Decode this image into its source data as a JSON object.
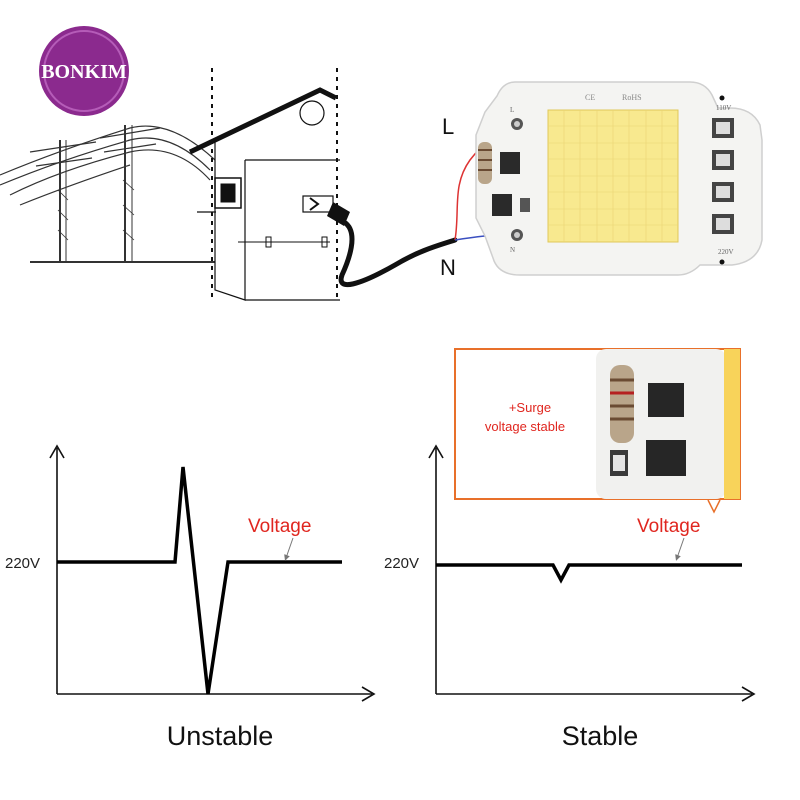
{
  "brand": {
    "logo_text": "BONKIM",
    "color": "#8b2a8e"
  },
  "wiring": {
    "live_label": "L",
    "neutral_label": "N",
    "board_marks": {
      "ce": "CE",
      "rohs": "RoHS",
      "v110": "110V",
      "v220": "220V",
      "terminal_l": "L",
      "terminal_n": "N"
    }
  },
  "inset": {
    "text_line1": "+Surge",
    "text_line2": "voltage stable",
    "border_color": "#e8702a",
    "text_color": "#e0261f"
  },
  "colors": {
    "axis": "#111111",
    "wave": "#000000",
    "label_red": "#e0261f",
    "led_yellow": "#f8e98f"
  },
  "charts": {
    "unstable": {
      "caption": "Unstable",
      "y_tick": "220V",
      "series_label": "Voltage",
      "description_points": "spike above then dip to baseline"
    },
    "stable": {
      "caption": "Stable",
      "y_tick": "220V",
      "series_label": "Voltage"
    }
  }
}
